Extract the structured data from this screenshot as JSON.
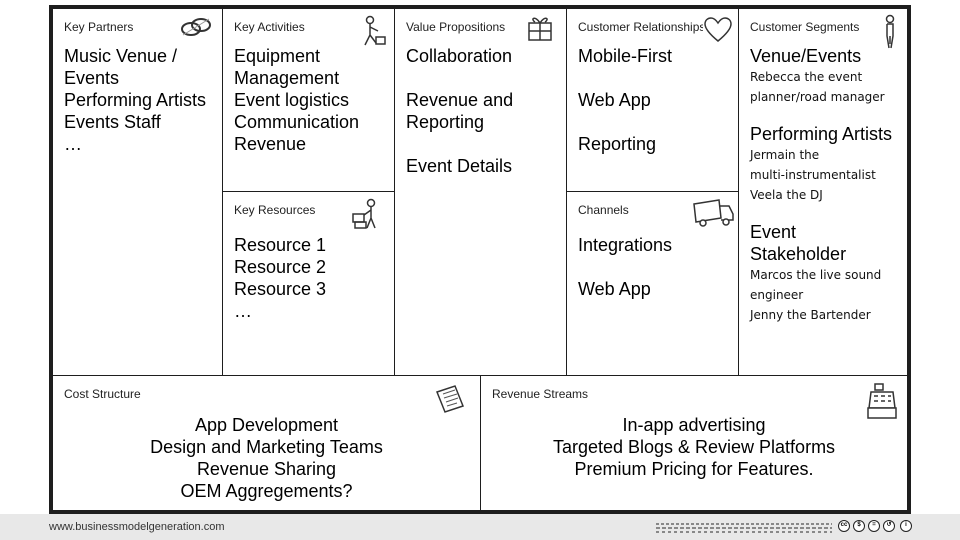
{
  "canvas": {
    "key_partners": {
      "title": "Key Partners",
      "items": [
        "Music Venue /\nEvents",
        "Performing Artists",
        "Events Staff",
        "…"
      ]
    },
    "key_activities": {
      "title": "Key Activities",
      "items": [
        "Equipment\nManagement",
        "Event logistics",
        "Communication",
        "Revenue"
      ]
    },
    "key_resources": {
      "title": "Key Resources",
      "items": [
        "Resource 1",
        "Resource 2",
        "Resource 3",
        "…"
      ]
    },
    "value_propositions": {
      "title": "Value Propositions",
      "items": [
        "Collaboration",
        "Revenue and\nReporting",
        "Event Details"
      ]
    },
    "customer_relationships": {
      "title": "Customer Relationships",
      "items": [
        "Mobile-First",
        "Web App",
        "Reporting"
      ]
    },
    "channels": {
      "title": "Channels",
      "items": [
        "Integrations",
        "Web App"
      ]
    },
    "customer_segments": {
      "title": "Customer Segments",
      "groups": [
        {
          "heading": "Venue/Events",
          "personas": [
            "Rebecca the event\nplanner/road manager"
          ]
        },
        {
          "heading": "Performing Artists",
          "personas": [
            "Jermain the\nmulti-instrumentalist",
            "Veela the DJ"
          ]
        },
        {
          "heading": "Event\nStakeholder",
          "personas": [
            "Marcos the live sound\nengineer",
            "Jenny the Bartender"
          ]
        }
      ]
    },
    "cost_structure": {
      "title": "Cost Structure",
      "items": [
        "App Development",
        "Design and Marketing Teams",
        "Revenue Sharing",
        "OEM Aggregements?"
      ]
    },
    "revenue_streams": {
      "title": "Revenue Streams",
      "items": [
        "In-app advertising",
        "Targeted Blogs & Review Platforms",
        "Premium Pricing for Features."
      ]
    }
  },
  "footer": {
    "url": "www.businessmodelgeneration.com",
    "license_icons": [
      "cc-icon",
      "by-icon",
      "nc-icon",
      "sa-icon",
      "info-icon"
    ]
  },
  "colors": {
    "border": "#1e1e1e",
    "footer_bg": "#e8e8e8"
  }
}
